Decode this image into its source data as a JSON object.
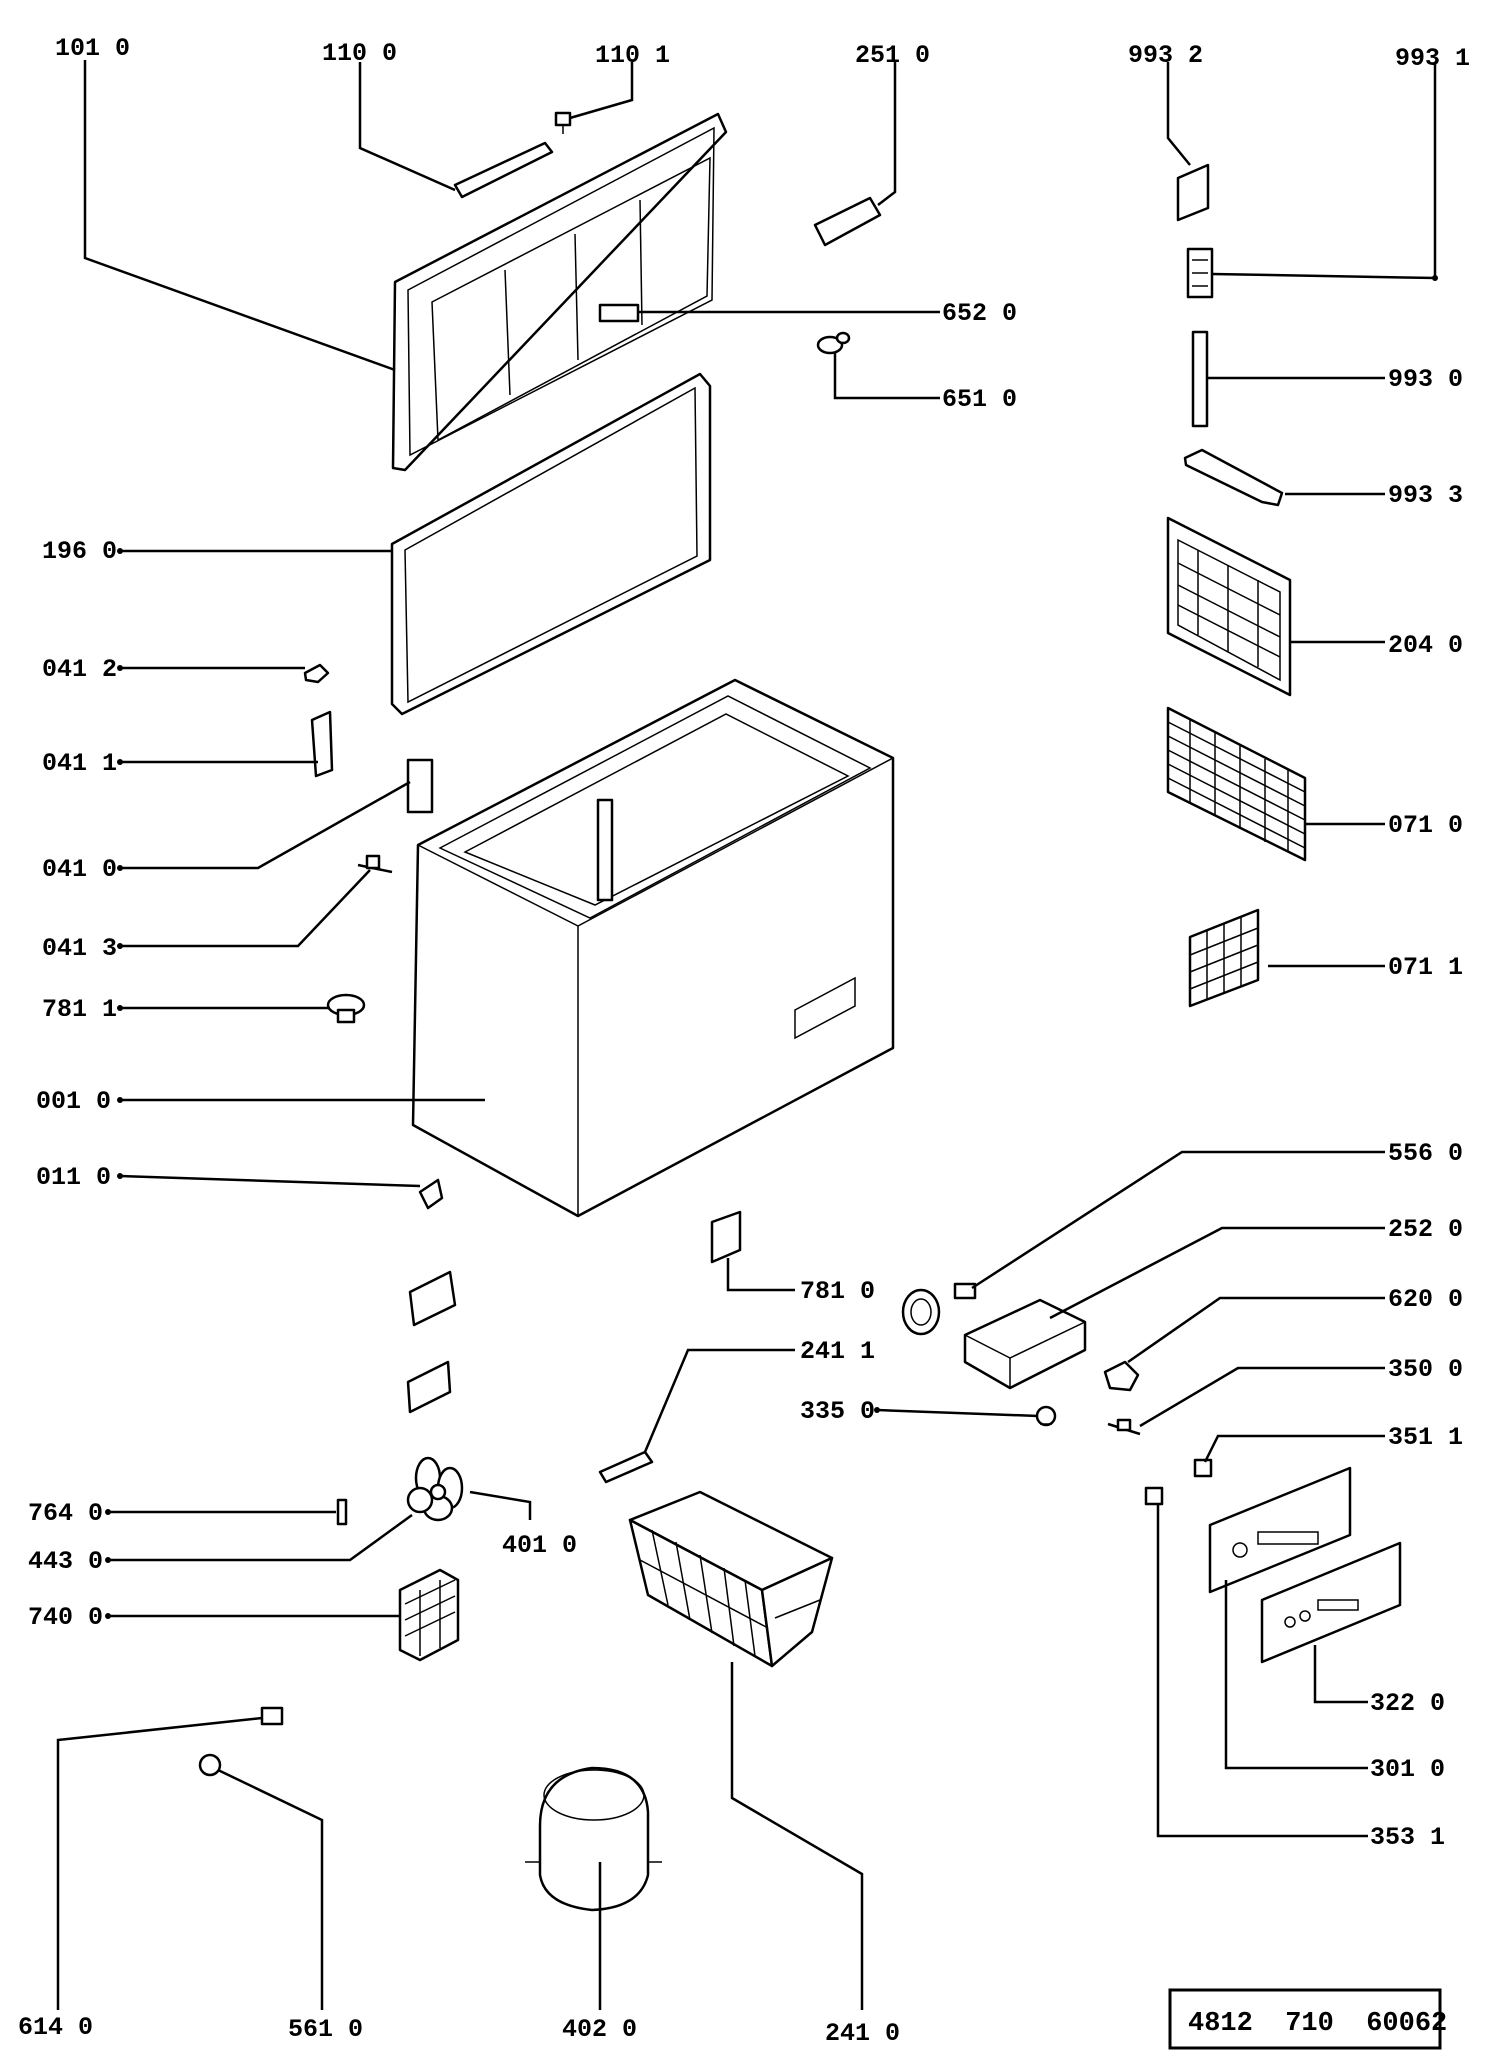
{
  "diagram": {
    "type": "exploded parts diagram",
    "subject": "chest freezer",
    "document_number": "4812  710  60062"
  },
  "parts": [
    {
      "code": "101 0"
    },
    {
      "code": "110 0"
    },
    {
      "code": "110 1"
    },
    {
      "code": "251 0"
    },
    {
      "code": "993 2"
    },
    {
      "code": "993 1"
    },
    {
      "code": "652 0"
    },
    {
      "code": "651 0"
    },
    {
      "code": "993 0"
    },
    {
      "code": "993 3"
    },
    {
      "code": "196 0"
    },
    {
      "code": "204 0"
    },
    {
      "code": "041 2"
    },
    {
      "code": "041 1"
    },
    {
      "code": "071 0"
    },
    {
      "code": "041 0"
    },
    {
      "code": "041 3"
    },
    {
      "code": "071 1"
    },
    {
      "code": "781 1"
    },
    {
      "code": "001 0"
    },
    {
      "code": "556 0"
    },
    {
      "code": "011 0"
    },
    {
      "code": "252 0"
    },
    {
      "code": "781 0"
    },
    {
      "code": "620 0"
    },
    {
      "code": "241 1"
    },
    {
      "code": "350 0"
    },
    {
      "code": "335 0"
    },
    {
      "code": "351 1"
    },
    {
      "code": "764 0"
    },
    {
      "code": "401 0"
    },
    {
      "code": "443 0"
    },
    {
      "code": "740 0"
    },
    {
      "code": "322 0"
    },
    {
      "code": "301 0"
    },
    {
      "code": "353 1"
    },
    {
      "code": "614 0"
    },
    {
      "code": "561 0"
    },
    {
      "code": "402 0"
    },
    {
      "code": "241 0"
    }
  ]
}
